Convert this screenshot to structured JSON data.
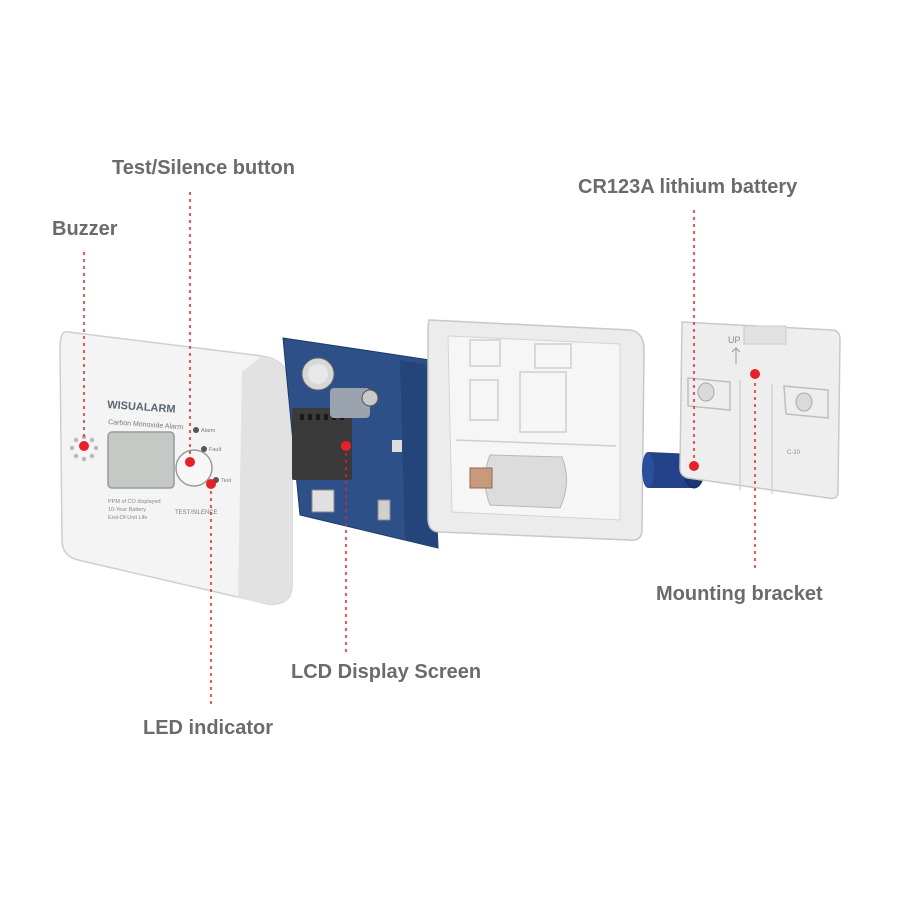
{
  "callouts": {
    "buzzer": "Buzzer",
    "test_silence": "Test/Silence button",
    "battery": "CR123A lithium battery",
    "mounting": "Mounting bracket",
    "lcd": "LCD Display Screen",
    "led": "LED indicator"
  },
  "device": {
    "brand": "WISUALARM",
    "model": "Carbon Monoxide Alarm",
    "info_line1": "PPM of CO displayed",
    "info_line2": "10-Year Battery",
    "info_line3": "End-Of-Unit Life",
    "label_alarm": "Alarm",
    "label_fault": "Fault",
    "label_test": "Test",
    "button_label": "TEST/SILENCE"
  },
  "bracket": {
    "up_label": "UP",
    "code_label": "C-10"
  },
  "colors": {
    "callout_text": "#6b6b6b",
    "marker": "#e8202a",
    "pcb": "#2c4f86",
    "battery": "#23428a",
    "casing": "#f0f0f0"
  }
}
